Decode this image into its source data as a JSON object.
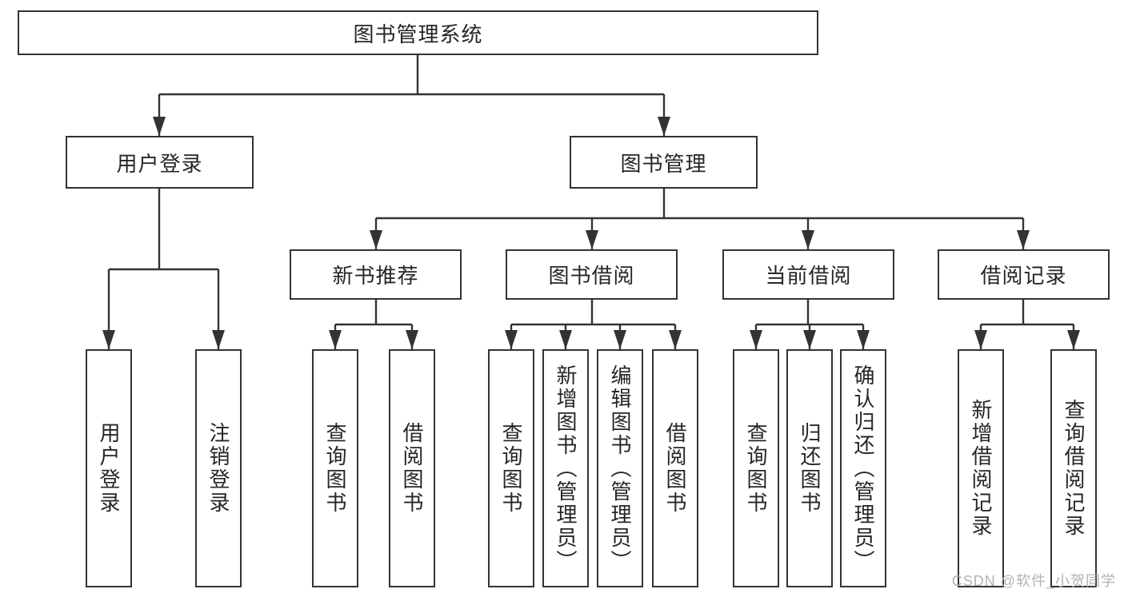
{
  "colors": {
    "line": "#333333",
    "text": "#262626",
    "watermark": "#b3b3b3"
  },
  "watermark": {
    "text": "CSDN @软件_小贺同学"
  },
  "tree": {
    "root": {
      "label": "图书管理系统"
    },
    "branches": [
      {
        "label": "用户登录",
        "children": [
          {
            "label": "用户登录"
          },
          {
            "label": "注销登录"
          }
        ]
      },
      {
        "label": "图书管理",
        "children": [
          {
            "label": "新书推荐",
            "children": [
              {
                "label": "查询图书"
              },
              {
                "label": "借阅图书"
              }
            ]
          },
          {
            "label": "图书借阅",
            "children": [
              {
                "label": "查询图书"
              },
              {
                "label": "新增图书（管理员）"
              },
              {
                "label": "编辑图书（管理员）"
              },
              {
                "label": "借阅图书"
              }
            ]
          },
          {
            "label": "当前借阅",
            "children": [
              {
                "label": "查询图书"
              },
              {
                "label": "归还图书"
              },
              {
                "label": "确认归还（管理员）"
              }
            ]
          },
          {
            "label": "借阅记录",
            "children": [
              {
                "label": "新增借阅记录"
              },
              {
                "label": "查询借阅记录"
              }
            ]
          }
        ]
      }
    ]
  }
}
